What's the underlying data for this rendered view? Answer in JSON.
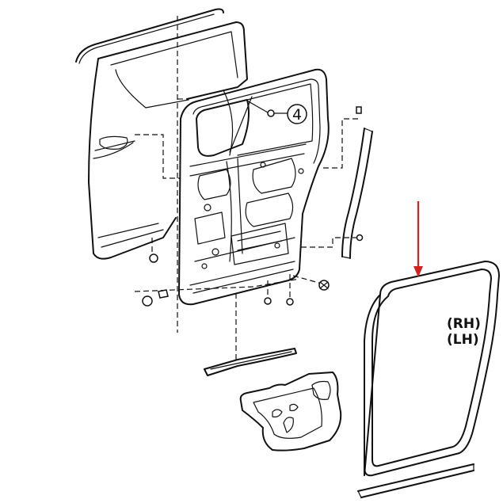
{
  "callout_number": "4",
  "side_labels": [
    "(RH)",
    "(LH)"
  ],
  "arrow_color": "#d42020"
}
